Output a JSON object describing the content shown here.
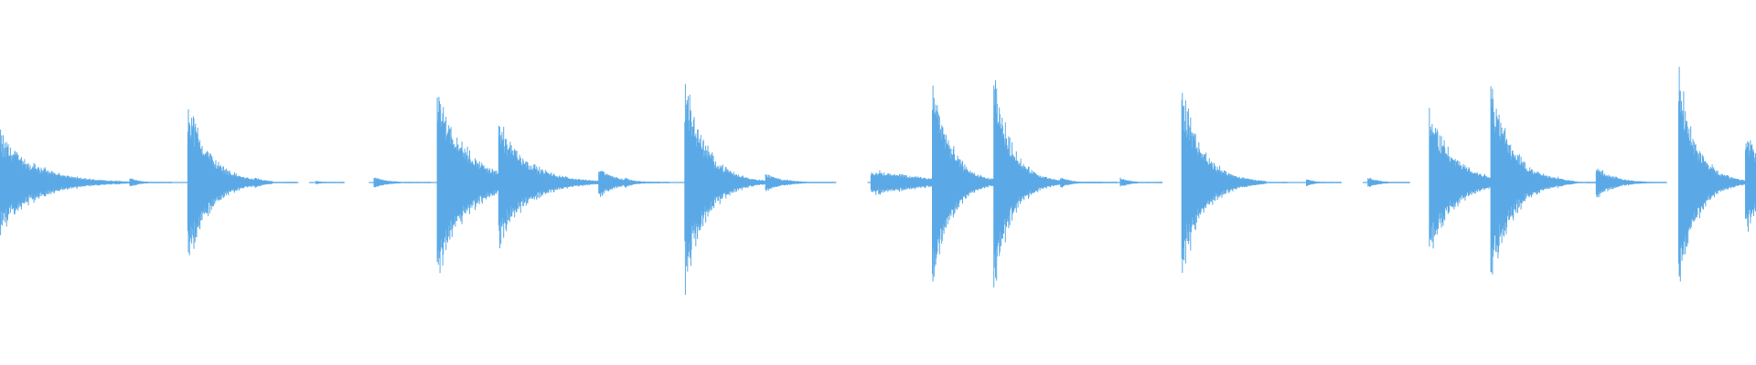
{
  "waveform": {
    "color": "#5aa9e6",
    "background": "#ffffff",
    "duration_fraction_events": [
      {
        "t": 0.0,
        "amp": 0.28,
        "decay": 0.018,
        "noise": 0.55
      },
      {
        "t": 0.004,
        "amp": 0.22,
        "decay": 0.02,
        "noise": 0.5
      },
      {
        "t": 0.039,
        "amp": 0.03,
        "decay": 0.006,
        "noise": 0.3
      },
      {
        "t": 0.074,
        "amp": 0.025,
        "decay": 0.006,
        "noise": 0.3
      },
      {
        "t": 0.107,
        "amp": 0.46,
        "decay": 0.012,
        "noise": 0.35
      },
      {
        "t": 0.145,
        "amp": 0.03,
        "decay": 0.006,
        "noise": 0.3
      },
      {
        "t": 0.18,
        "amp": 0.01,
        "decay": 0.004,
        "noise": 0.3
      },
      {
        "t": 0.213,
        "amp": 0.03,
        "decay": 0.008,
        "noise": 0.3
      },
      {
        "t": 0.249,
        "amp": 0.52,
        "decay": 0.016,
        "noise": 0.35
      },
      {
        "t": 0.284,
        "amp": 0.34,
        "decay": 0.016,
        "noise": 0.35
      },
      {
        "t": 0.322,
        "amp": 0.03,
        "decay": 0.006,
        "noise": 0.3
      },
      {
        "t": 0.341,
        "amp": 0.08,
        "decay": 0.01,
        "noise": 0.35
      },
      {
        "t": 0.356,
        "amp": 0.03,
        "decay": 0.005,
        "noise": 0.3
      },
      {
        "t": 0.39,
        "amp": 0.56,
        "decay": 0.012,
        "noise": 0.35
      },
      {
        "t": 0.436,
        "amp": 0.05,
        "decay": 0.01,
        "noise": 0.4
      },
      {
        "t": 0.496,
        "amp": 0.07,
        "decay": 0.035,
        "noise": 0.4
      },
      {
        "t": 0.531,
        "amp": 0.6,
        "decay": 0.01,
        "noise": 0.35
      },
      {
        "t": 0.566,
        "amp": 0.58,
        "decay": 0.01,
        "noise": 0.35
      },
      {
        "t": 0.604,
        "amp": 0.03,
        "decay": 0.006,
        "noise": 0.3
      },
      {
        "t": 0.638,
        "amp": 0.025,
        "decay": 0.006,
        "noise": 0.3
      },
      {
        "t": 0.673,
        "amp": 0.5,
        "decay": 0.012,
        "noise": 0.35
      },
      {
        "t": 0.709,
        "amp": 0.025,
        "decay": 0.006,
        "noise": 0.3
      },
      {
        "t": 0.744,
        "amp": 0.02,
        "decay": 0.005,
        "noise": 0.3
      },
      {
        "t": 0.779,
        "amp": 0.03,
        "decay": 0.006,
        "noise": 0.3
      },
      {
        "t": 0.814,
        "amp": 0.4,
        "decay": 0.014,
        "noise": 0.35
      },
      {
        "t": 0.849,
        "amp": 0.55,
        "decay": 0.012,
        "noise": 0.35
      },
      {
        "t": 0.887,
        "amp": 0.03,
        "decay": 0.006,
        "noise": 0.3
      },
      {
        "t": 0.909,
        "amp": 0.09,
        "decay": 0.01,
        "noise": 0.4
      },
      {
        "t": 0.956,
        "amp": 0.6,
        "decay": 0.01,
        "noise": 0.35
      },
      {
        "t": 0.994,
        "amp": 0.3,
        "decay": 0.012,
        "noise": 0.4
      }
    ],
    "floor_segments": [
      [
        0.03,
        0.05
      ],
      [
        0.066,
        0.082
      ],
      [
        0.096,
        0.132
      ],
      [
        0.14,
        0.154
      ],
      [
        0.163,
        0.17
      ],
      [
        0.176,
        0.186
      ],
      [
        0.21,
        0.228
      ],
      [
        0.243,
        0.278
      ],
      [
        0.291,
        0.345
      ],
      [
        0.352,
        0.36
      ],
      [
        0.377,
        0.408
      ],
      [
        0.425,
        0.455
      ],
      [
        0.47,
        0.47
      ],
      [
        0.494,
        0.56
      ],
      [
        0.572,
        0.582
      ],
      [
        0.591,
        0.61
      ],
      [
        0.62,
        0.64
      ],
      [
        0.66,
        0.662
      ],
      [
        0.678,
        0.69
      ],
      [
        0.7,
        0.72
      ],
      [
        0.73,
        0.755
      ],
      [
        0.776,
        0.79
      ],
      [
        0.82,
        0.9
      ],
      [
        0.903,
        0.94
      ],
      [
        0.962,
        0.98
      ],
      [
        0.988,
        1.0
      ]
    ]
  }
}
